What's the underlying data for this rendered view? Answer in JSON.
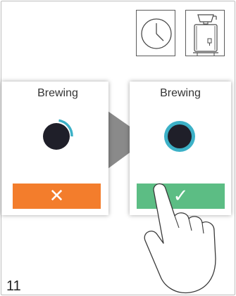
{
  "step": {
    "number": "11"
  },
  "icons": {
    "timer": "clock-icon",
    "appliance": "coffee-brewer-icon"
  },
  "panels": {
    "before": {
      "title": "Brewing",
      "action_glyph": "✕",
      "knob_progress": 0.2,
      "button_color": "#f37d2c"
    },
    "after": {
      "title": "Brewing",
      "action_glyph": "✓",
      "button_color": "#5cbd84"
    }
  },
  "colors": {
    "accent_ring": "#3cb1c7",
    "knob": "#1f1f29",
    "arrow": "#8a8a8a"
  }
}
